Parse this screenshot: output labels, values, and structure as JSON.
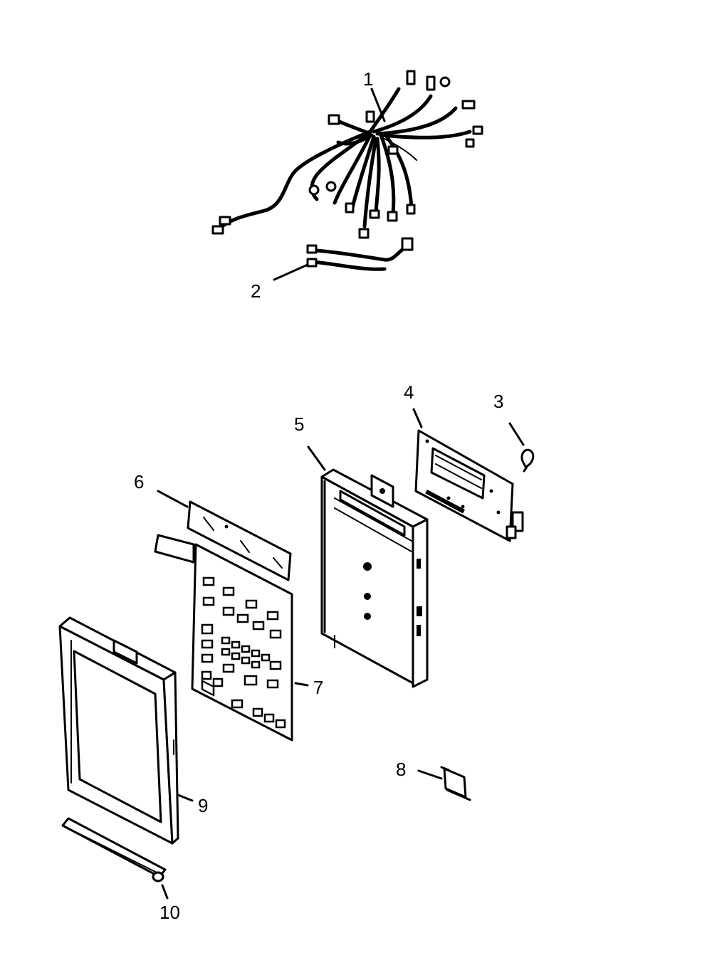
{
  "diagram": {
    "type": "exploded-parts-view",
    "callouts": [
      {
        "id": "1",
        "label": "1"
      },
      {
        "id": "2",
        "label": "2"
      },
      {
        "id": "3",
        "label": "3"
      },
      {
        "id": "4",
        "label": "4"
      },
      {
        "id": "5",
        "label": "5"
      },
      {
        "id": "6",
        "label": "6"
      },
      {
        "id": "7",
        "label": "7"
      },
      {
        "id": "8",
        "label": "8"
      },
      {
        "id": "9",
        "label": "9"
      },
      {
        "id": "10",
        "label": "10"
      }
    ],
    "parts": [
      {
        "callout": "1",
        "icon": "wire-harness-icon"
      },
      {
        "callout": "2",
        "icon": "jumper-wire-icon"
      },
      {
        "callout": "3",
        "icon": "clip-icon"
      },
      {
        "callout": "4",
        "icon": "circuit-board-icon"
      },
      {
        "callout": "5",
        "icon": "control-housing-icon"
      },
      {
        "callout": "6",
        "icon": "display-window-icon"
      },
      {
        "callout": "7",
        "icon": "keypad-membrane-icon"
      },
      {
        "callout": "8",
        "icon": "bracket-icon"
      },
      {
        "callout": "9",
        "icon": "control-frame-icon"
      },
      {
        "callout": "10",
        "icon": "trim-strip-icon"
      }
    ],
    "colors": {
      "ink": "#000000",
      "paper": "#ffffff"
    }
  }
}
